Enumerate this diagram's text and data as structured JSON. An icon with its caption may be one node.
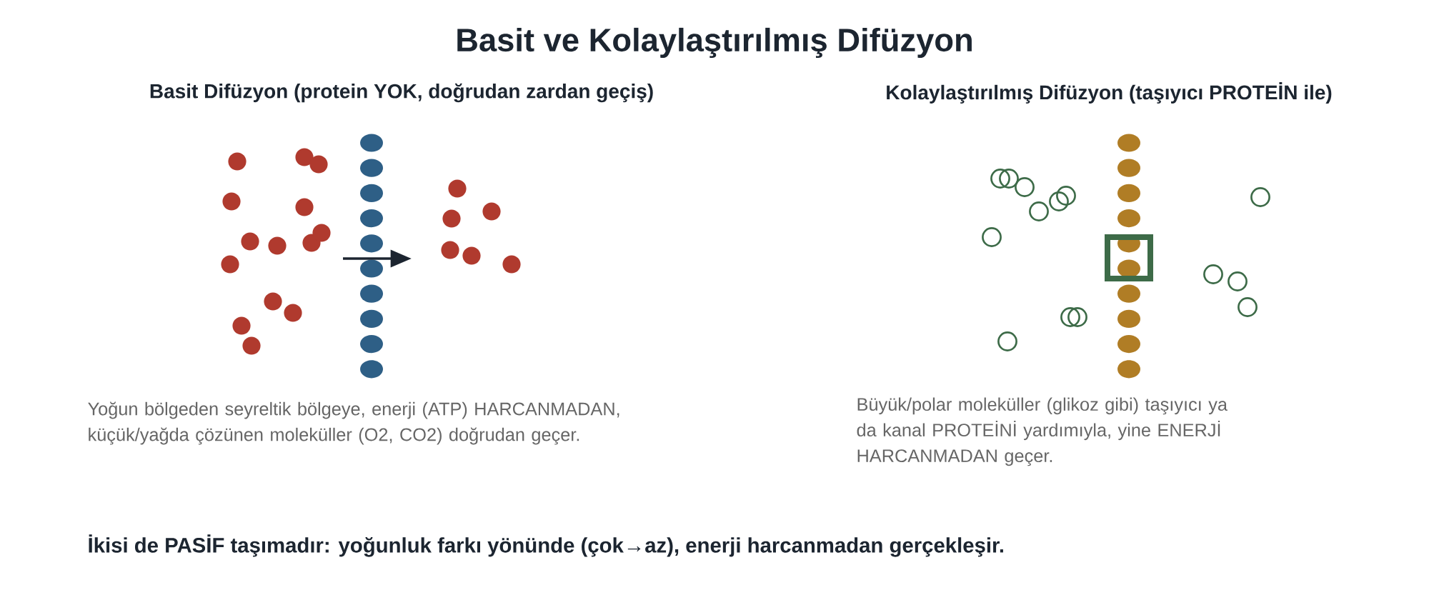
{
  "diagram": {
    "title": "Basit ve Kolaylaştırılmış Difüzyon",
    "labels": [
      "Basit Difüzyon (protein YOK, doğrudan zardan geçiş)",
      "Kolaylaştırılmış Difüzyon (taşıyıcı PROTEİN ile)",
      "Yoğun bölgeden seyreltik bölgeye, enerji (ATP) HARCANMADAN, küçük/yağda çözünen moleküller (O2, CO2) doğrudan geçer.",
      "Büyük/polar moleküller (glikoz gibi) taşıyıcı ya da kanal PROTEİNİ yardımıyla, yine ENERJİ HARCANMADAN geçer.",
      "İkisi de PASİF taşımadır: yoğunluk farkı yönünde (çok→az), enerji harcanmadan gerçekleşir."
    ]
  }
}
